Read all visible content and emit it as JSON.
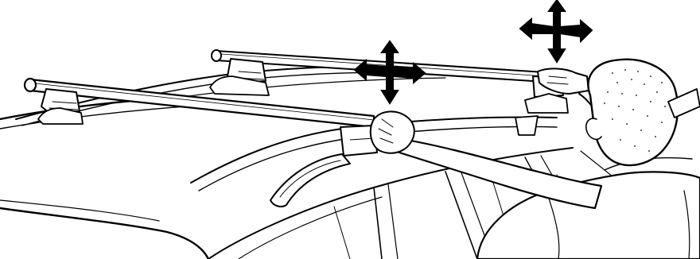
{
  "illustration": {
    "ink_color": "#000000",
    "paper_color": "#ffffff",
    "elements": [
      "car-roof",
      "roof-rail",
      "front-crossbar",
      "rear-crossbar",
      "bar-foot",
      "adjust-arrow-icon",
      "person-installer"
    ]
  }
}
